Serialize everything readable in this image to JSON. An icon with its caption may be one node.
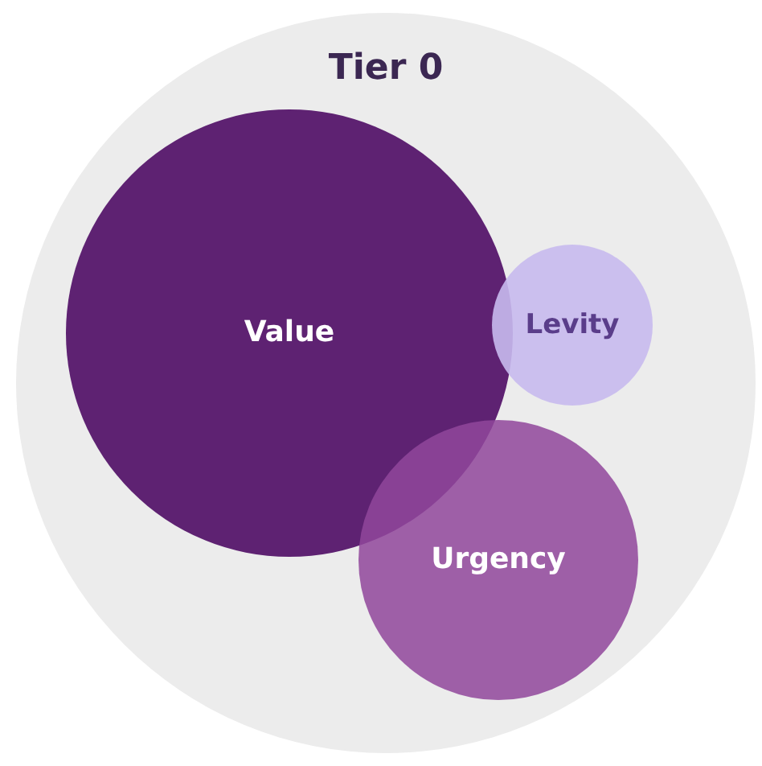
{
  "diagram": {
    "nodes": [
      {
        "text": [
          "Tier 0"
        ]
      },
      {
        "text": [
          "Value"
        ],
        "in": 0
      },
      {
        "text": [
          "Levity"
        ],
        "in": 0
      },
      {
        "text": [
          "Urgency"
        ],
        "in": 0
      }
    ]
  }
}
